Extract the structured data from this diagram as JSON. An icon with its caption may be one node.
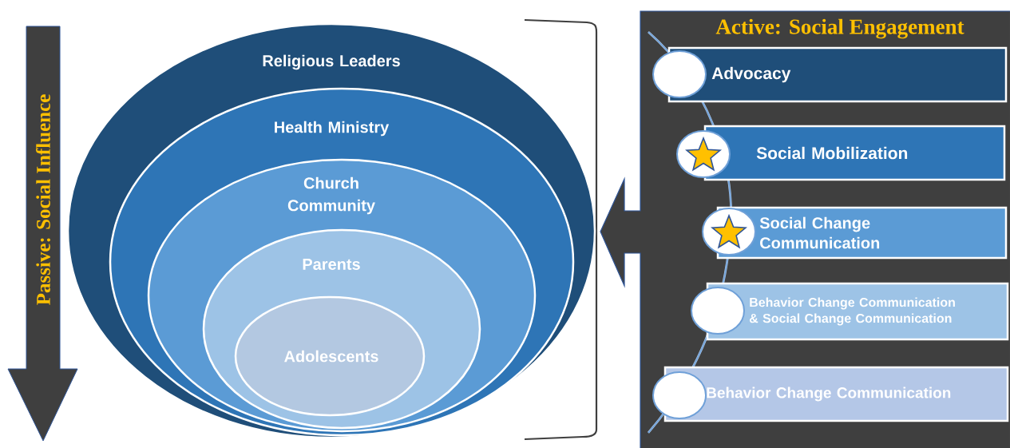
{
  "diagram": {
    "nodes": [
      {
        "text": [
          "Passive: Social Influence"
        ]
      },
      {
        "text": [
          "Religious Leaders"
        ]
      },
      {
        "text": [
          "Health Ministry"
        ],
        "in": 1
      },
      {
        "text": [
          "Church Community"
        ],
        "in": 2
      },
      {
        "text": [
          "Parents"
        ],
        "in": 3
      },
      {
        "text": [
          "Adolescents"
        ],
        "in": 4
      },
      {
        "text": [
          "Active: Social Engagement"
        ]
      },
      {
        "text": [
          "Advocacy"
        ],
        "in": 6
      },
      {
        "text": [
          "Social Mobilization"
        ],
        "in": 6
      },
      {
        "text": [
          "Social Change Communication"
        ],
        "in": 6
      },
      {
        "text": [
          "Behavior Change Communication & Social Change Communication"
        ],
        "in": 6
      },
      {
        "text": [
          "Behavior Change Communication"
        ],
        "in": 6
      }
    ]
  }
}
